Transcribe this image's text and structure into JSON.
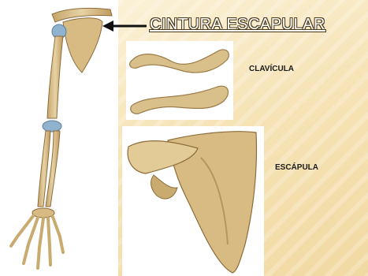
{
  "title": "CINTURA ESCAPULAR",
  "labels": {
    "clavicle": "CLAVÍCULA",
    "scapula": "ESCÁPULA"
  },
  "colors": {
    "bone": "#d9bf8a",
    "bone_shade": "#b99a60",
    "cartilage": "#8fb3cf",
    "arrow": "#111111"
  }
}
